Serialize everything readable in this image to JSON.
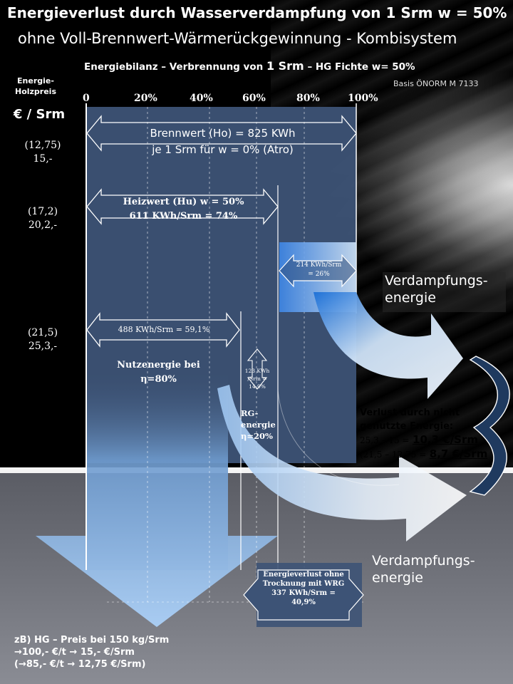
{
  "header": {
    "title": "Energieverlust durch Wasserverdampfung von 1 Srm w = 50%",
    "subtitle": "ohne Voll-Brennwert-Wärmerückgewinnung - Kombisystem",
    "bilanz_prefix": "Energiebilanz – Verbrennung von",
    "bilanz_big": "1 Srm",
    "bilanz_suffix": "– HG Fichte w= 50%",
    "basis": "Basis ÖNORM M 7133"
  },
  "left_column": {
    "heading_line1": "Energie-",
    "heading_line2": "Holzpreis",
    "unit": "€ / Srm",
    "prices": [
      {
        "line1": "(12,75)",
        "line2": "15,-"
      },
      {
        "line1": "(17,2)",
        "line2": "20,2,-"
      },
      {
        "line1": "(21,5)",
        "line2": "25,3,-"
      }
    ]
  },
  "scale": {
    "ticks": [
      "0",
      "20%",
      "40%",
      "60%",
      "80%",
      "100%"
    ]
  },
  "blocks": {
    "brennwert_line1": "Brennwert (Ho) = 825 KWh",
    "brennwert_line2": "je 1 Srm für w = 0% (Atro)",
    "heizwert_line1": "Heizwert (Hu)    w = 50%",
    "heizwert_line2": "611 KWh/Srm = 74%",
    "verdampf_line1": "214 KWh/Srm",
    "verdampf_line2": "= 26%",
    "nutz_value": "488 KWh/Srm   = 59,1%",
    "nutz_label_line1": "Nutzenergie bei",
    "nutz_label_line2": "η=80%",
    "rg_line1": "123 KWh",
    "rg_line2": "/Srm =",
    "rg_line3": "14,9%",
    "rg_label_line1": "RG-",
    "rg_label_line2": "energie",
    "rg_label_line3": "η=20%",
    "verlust_box_line1": "Energieverlust ohne",
    "verlust_box_line2": "Trocknung mit WRG",
    "verlust_box_line3": "337 KWh/Srm =",
    "verlust_box_line4": "40,9%"
  },
  "labels": {
    "verdampfung_top_line1": "Verdampfungs-",
    "verdampfung_top_line2": "energie",
    "verdampfung_bottom_line1": "Verdampfungs-",
    "verdampfung_bottom_line2": "energie"
  },
  "verlust_note": {
    "line1": "Verlust durch nicht",
    "line2": "genutzte Energie:",
    "calc1_prefix": "25,3 – 15 =",
    "calc1_value": "10,3 €/Srm",
    "calc2_prefix": "(21,5 – 12,75 =",
    "calc2_value": "8,7 €/Srm"
  },
  "bottom_note": {
    "line1": "zB)  HG – Preis bei 150 kg/Srm",
    "line2": "→100,- €/t → 15,- €/Srm",
    "line3": "(→85,- €/t → 12,75 €/Srm)"
  },
  "colors": {
    "panel": "#3d5376",
    "arrow_light": "#cfe3f8",
    "arrow_blue": "#7fb2ea",
    "verlust_text": "#000000",
    "curve_navy": "#1f3a5f"
  }
}
